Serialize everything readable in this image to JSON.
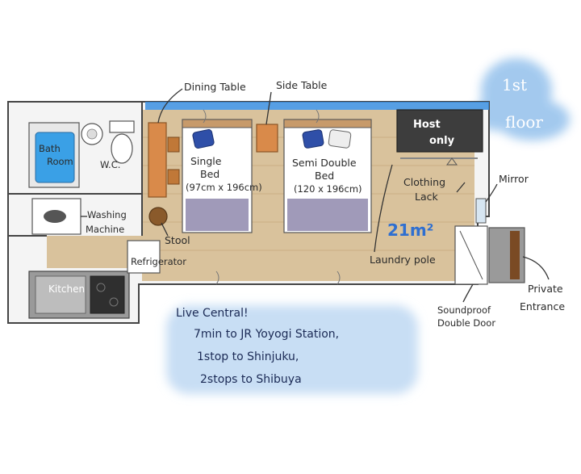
{
  "floor_badge": {
    "line1": "1st",
    "line2": "floor"
  },
  "rooms": {
    "bathroom": {
      "line1": "Bath",
      "line2": "Room"
    },
    "wc": "W.C.",
    "kitchen": "Kitchen",
    "host_only": {
      "line1": "Host",
      "line2": "only"
    }
  },
  "labels": {
    "dining_table": "Dining Table",
    "side_table": "Side Table",
    "single_bed": {
      "line1": "Single",
      "line2": "Bed",
      "size": "(97cm x 196cm)"
    },
    "semi_double_bed": {
      "line1": "Semi Double",
      "line2": "Bed",
      "size": "(120 x 196cm)"
    },
    "clothing_rack": {
      "line1": "Clothing",
      "line2": "Lack"
    },
    "mirror": "Mirror",
    "washing_machine": {
      "line1": "Washing",
      "line2": "Machine"
    },
    "stool": "Stool",
    "refrigerator": "Refrigerator",
    "area": "21m²",
    "laundry_pole": "Laundry pole",
    "private_entrance": {
      "line1": "Private",
      "line2": "Entrance"
    },
    "soundproof_door": {
      "line1": "Soundproof",
      "line2": "Double Door"
    }
  },
  "note": {
    "line1": "Live Central!",
    "line2": "7min to JR Yoyogi Station,",
    "line3": "1stop to Shinjuku,",
    "line4": "2stops to Shibuya"
  },
  "colors": {
    "floor_wood": "#d9c29c",
    "wall_accent": "#3b8fe0",
    "bed_purple": "#8f88ad",
    "pillow_blue": "#2f4fa8",
    "table_wood": "#d98a4a",
    "host_dark": "#3d3d3d",
    "badge_blue": "#cfe3f7",
    "note_blue": "#c8def4"
  }
}
